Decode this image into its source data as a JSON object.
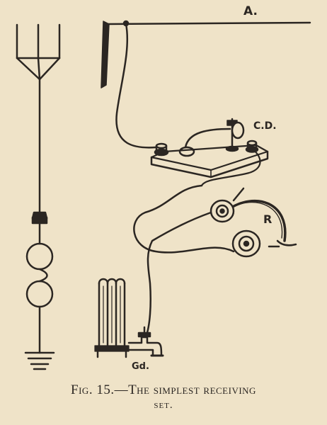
{
  "labels": {
    "aerial": "A.",
    "crystal_detector": "C.D.",
    "receivers": "R",
    "ground": "Gd."
  },
  "caption": {
    "line1": "Fig. 15.—The simplest receiving",
    "line2": "set."
  },
  "colors": {
    "paper": "#efe3c8",
    "ink": "#2b2622"
  }
}
